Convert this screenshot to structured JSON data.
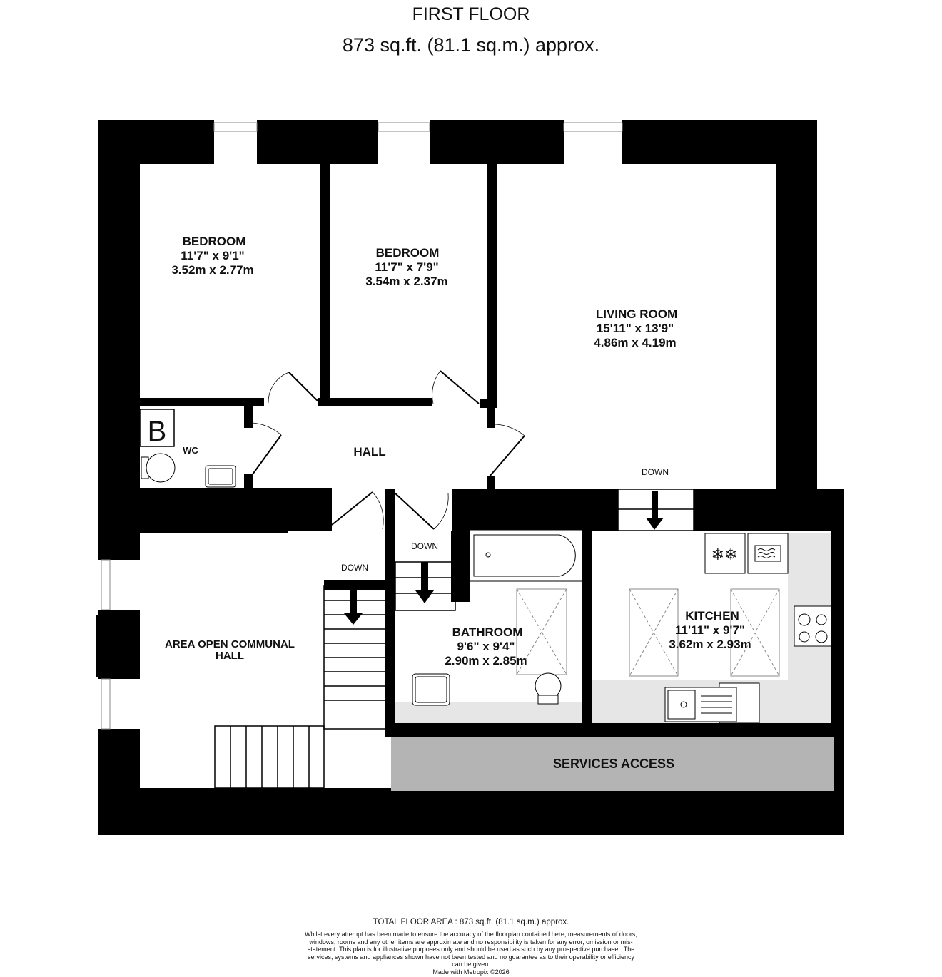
{
  "header": {
    "title": "FIRST FLOOR",
    "area": "873 sq.ft. (81.1 sq.m.) approx."
  },
  "rooms": [
    {
      "name": "BEDROOM",
      "imperial": "11'7\"  x 9'1\"",
      "metric": "3.52m  x 2.77m"
    },
    {
      "name": "BEDROOM",
      "imperial": "11'7\"  x 7'9\"",
      "metric": "3.54m  x 2.37m"
    },
    {
      "name": "LIVING ROOM",
      "imperial": "15'11\"  x 13'9\"",
      "metric": "4.86m  x 4.19m"
    },
    {
      "name": "WC"
    },
    {
      "name": "HALL"
    },
    {
      "name": "AREA OPEN COMMUNAL",
      "name2": "HALL"
    },
    {
      "name": "BATHROOM",
      "imperial": "9'6\"  x 9'4\"",
      "metric": "2.90m  x 2.85m"
    },
    {
      "name": "KITCHEN",
      "imperial": "11'11\"  x 9'7\"",
      "metric": "3.62m  x 2.93m"
    },
    {
      "name": "SERVICES ACCESS"
    }
  ],
  "annotations": {
    "down_labels": [
      "DOWN",
      "DOWN",
      "DOWN"
    ],
    "boiler_label": "B"
  },
  "fixtures": [
    "toilet-icon",
    "basin-icon",
    "bath-icon",
    "fridge-freezer-icon",
    "microwave-icon",
    "hob-icon",
    "sink-icon",
    "boiler-icon",
    "skylight-icon"
  ],
  "colors": {
    "wall": "#000000",
    "floor": "#ffffff",
    "worktop": "#e6e6e6",
    "services": "#b4b4b4"
  },
  "footer": {
    "total": "TOTAL FLOOR AREA : 873 sq.ft. (81.1 sq.m.) approx.",
    "disclaimer": "Whilst every attempt has been made to ensure the accuracy of the floorplan contained here, measurements of doors, windows, rooms and any other items are approximate and no responsibility is taken for any error, omission or mis-statement. This plan is for illustrative purposes only and should be used as such by any prospective purchaser. The services, systems and appliances shown have not been tested and no guarantee as to their operability or efficiency can be given.",
    "credit": "Made with Metropix ©2026"
  }
}
